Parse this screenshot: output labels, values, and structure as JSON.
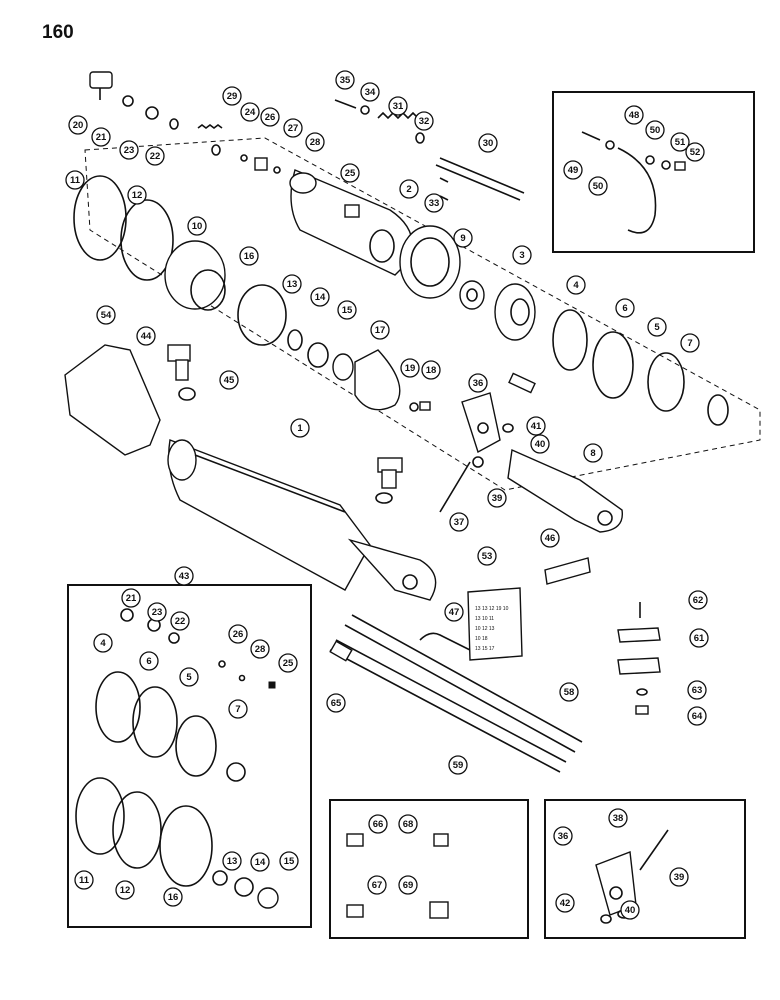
{
  "page_number": "160",
  "inset_kit_label": "43",
  "callouts": [
    "1",
    "2",
    "3",
    "4",
    "5",
    "6",
    "7",
    "8",
    "9",
    "10",
    "11",
    "12",
    "13",
    "14",
    "15",
    "16",
    "17",
    "18",
    "19",
    "20",
    "21",
    "22",
    "23",
    "24",
    "25",
    "26",
    "27",
    "28",
    "29",
    "30",
    "31",
    "32",
    "33",
    "34",
    "35",
    "36",
    "37",
    "38",
    "39",
    "40",
    "41",
    "42",
    "44",
    "45",
    "46",
    "47",
    "48",
    "49",
    "50",
    "51",
    "52",
    "53",
    "54",
    "58",
    "59",
    "61",
    "62",
    "63",
    "64",
    "65",
    "66",
    "67",
    "68",
    "69"
  ],
  "kit_callouts": [
    "4",
    "5",
    "6",
    "7",
    "11",
    "12",
    "13",
    "14",
    "15",
    "16",
    "21",
    "22",
    "23",
    "25",
    "26",
    "28"
  ],
  "plate_text": [
    "13 13 12 19 10",
    "13 10 11",
    "10 12 13",
    "10 18",
    "13 15 17"
  ]
}
